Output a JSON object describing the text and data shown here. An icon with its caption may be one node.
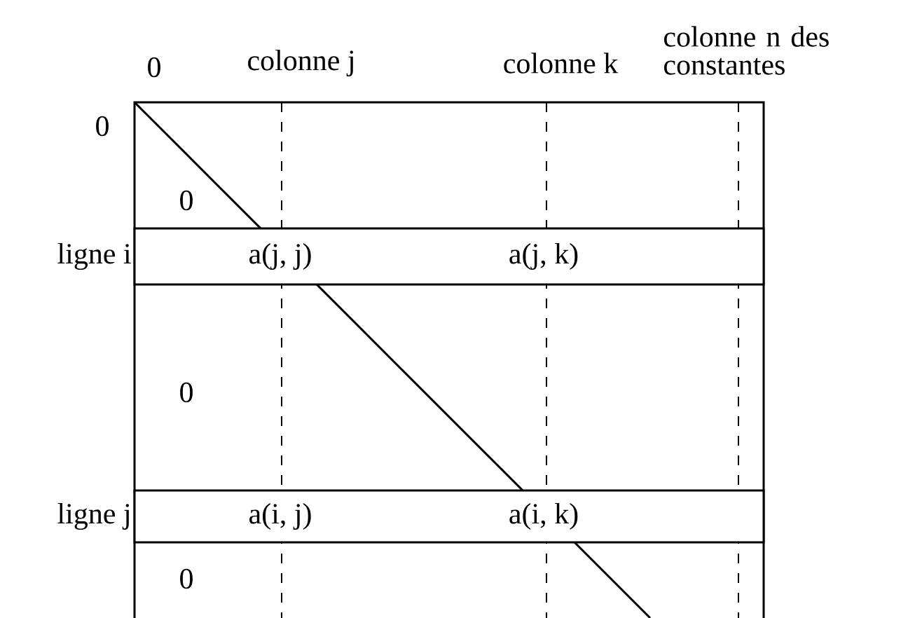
{
  "diagram": {
    "nodes": [
      {
        "text": [
          "ligne i",
          "a(j, j)",
          "a(j, k)"
        ]
      },
      {
        "text": [
          "ligne j",
          "a(i, j)",
          "a(i, k)"
        ]
      }
    ],
    "labels": [
      "colonne n des constantes",
      "0",
      "colonne j",
      "colonne k",
      "0",
      "0",
      "0",
      "0"
    ]
  }
}
